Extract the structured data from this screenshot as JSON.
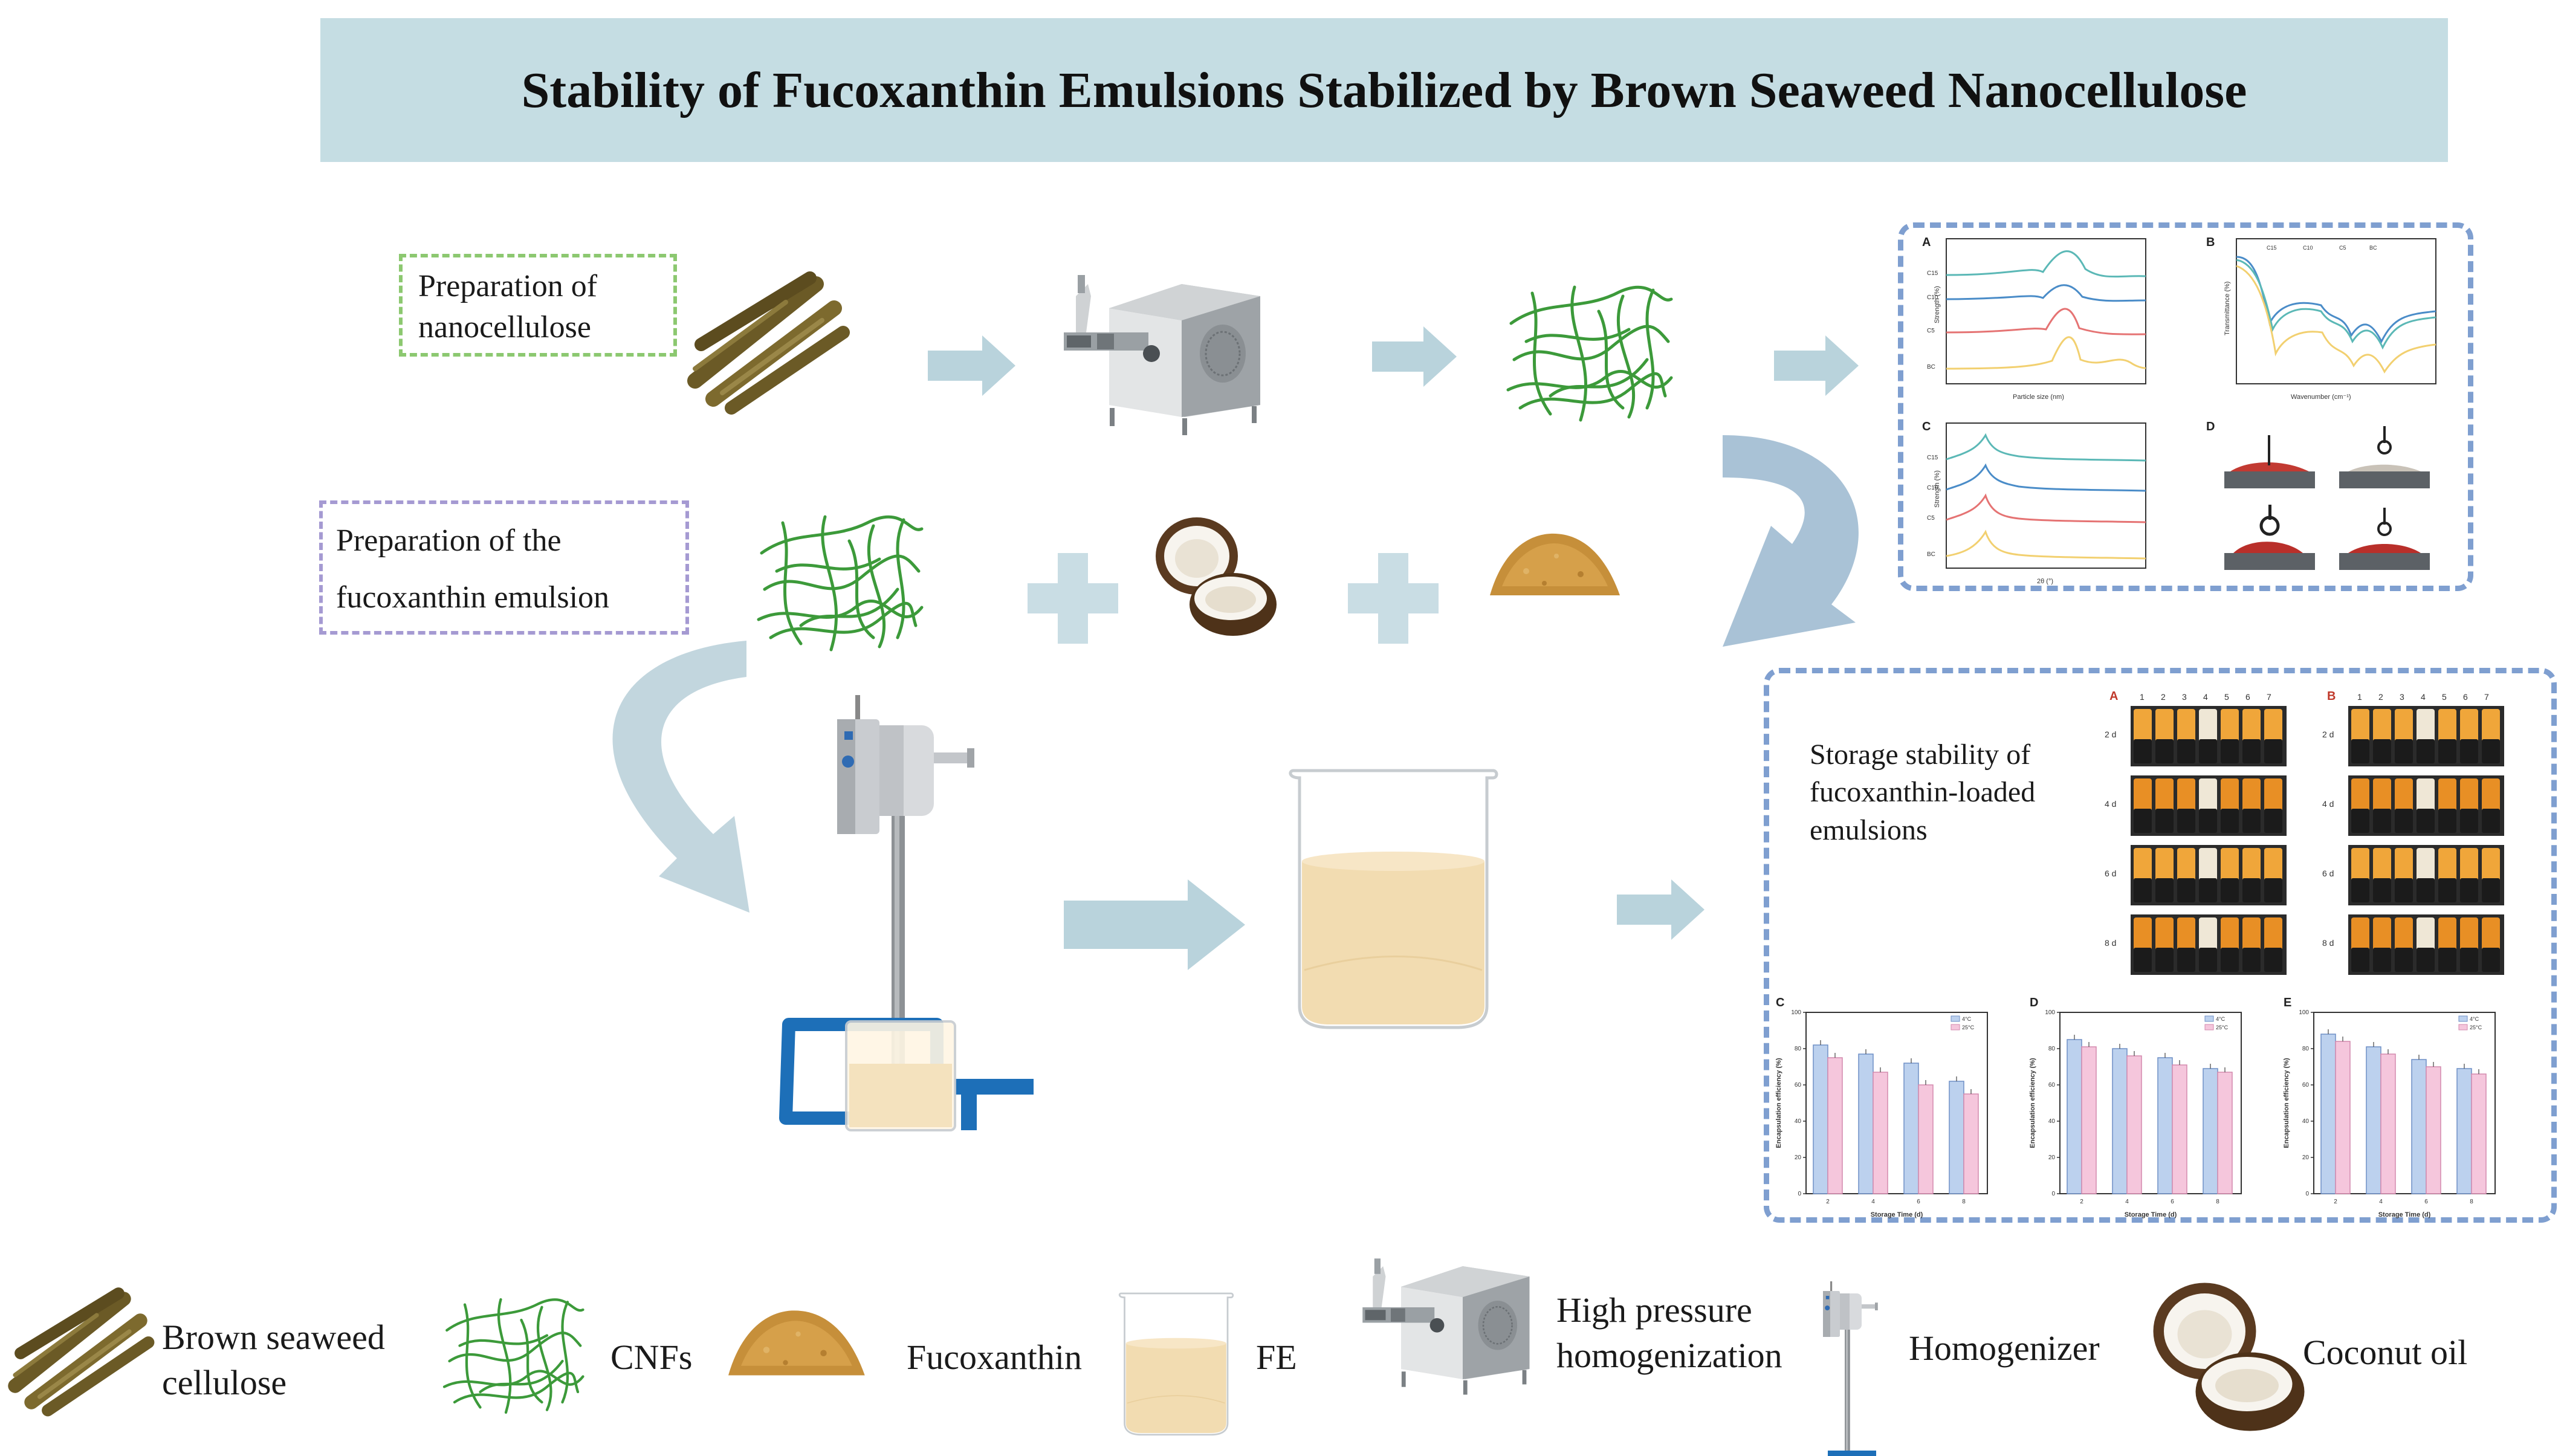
{
  "title": "Stability of Fucoxanthin Emulsions Stabilized by Brown Seaweed Nanocellulose",
  "steps": {
    "nanocellulose_line1": "Preparation  of",
    "nanocellulose_line2": "nanocellulose",
    "emulsion_line1": "Preparation  of the",
    "emulsion_line2": "fucoxanthin  emulsion"
  },
  "storage": {
    "line1": "Storage stability of",
    "line2": "fucoxanthin-loaded",
    "line3": "emulsions"
  },
  "legend": {
    "cellulose_line1": "Brown seaweed",
    "cellulose_line2": "cellulose",
    "cnfs": "CNFs",
    "fucoxanthin": "Fucoxanthin",
    "fe": "FE",
    "hph_line1": "High  pressure",
    "hph_line2": "homogenization",
    "homogenizer": "Homogenizer",
    "coconut": "Coconut oil"
  },
  "panels": {
    "A": "A",
    "B": "B",
    "C": "C",
    "D": "D",
    "E": "E",
    "samples": [
      "C15",
      "C10",
      "C5",
      "BC"
    ],
    "particle_xlabel": "Particle size (nm)",
    "particle_ylabel": "Strength (%)",
    "ftir_xlabel": "Wavenumber  (cm⁻¹)",
    "ftir_ylabel": "Transmittance (%)",
    "xrd_xlabel": "2θ (°)",
    "xrd_ylabel": "Strength (%)",
    "ee_xlabel": "Storage Time (d)",
    "ee_ylabel": "Encapsulation efficiency (%)",
    "ee_legend": [
      "4°C",
      "25°C"
    ]
  },
  "photos": {
    "A": "A",
    "B": "B",
    "columns": [
      "1",
      "2",
      "3",
      "4",
      "5",
      "6",
      "7"
    ],
    "rows": [
      "2 d",
      "4 d",
      "6 d",
      "8 d"
    ]
  },
  "chart_data": [
    {
      "type": "bar",
      "panel": "C",
      "categories": [
        "2",
        "4",
        "6",
        "8"
      ],
      "series": [
        {
          "name": "4°C",
          "values": [
            82,
            77,
            72,
            62
          ]
        },
        {
          "name": "25°C",
          "values": [
            75,
            67,
            60,
            55
          ]
        }
      ],
      "xlabel": "Storage Time (d)",
      "ylabel": "Encapsulation efficiency (%)",
      "ylim": [
        0,
        100
      ]
    },
    {
      "type": "bar",
      "panel": "D",
      "categories": [
        "2",
        "4",
        "6",
        "8"
      ],
      "series": [
        {
          "name": "4°C",
          "values": [
            85,
            80,
            75,
            69
          ]
        },
        {
          "name": "25°C",
          "values": [
            81,
            76,
            71,
            67
          ]
        }
      ],
      "xlabel": "Storage Time (d)",
      "ylabel": "Encapsulation efficiency (%)",
      "ylim": [
        0,
        100
      ]
    },
    {
      "type": "bar",
      "panel": "E",
      "categories": [
        "2",
        "4",
        "6",
        "8"
      ],
      "series": [
        {
          "name": "4°C",
          "values": [
            88,
            81,
            74,
            69
          ]
        },
        {
          "name": "25°C",
          "values": [
            84,
            77,
            70,
            66
          ]
        }
      ],
      "xlabel": "Storage Time (d)",
      "ylabel": "Encapsulation efficiency (%)",
      "ylim": [
        0,
        100
      ]
    }
  ],
  "colors": {
    "banner": "#c5dde3",
    "arrow": "#b9d3dc",
    "box_blue": "#7f9fd0",
    "box_green": "#8cc870",
    "box_purple": "#a59ad2",
    "bar_4c": "#bcd1ee",
    "bar_25c": "#f5c6dc",
    "fiber": "#3c9a3a",
    "stick": "#6b5a26",
    "powder": "#c68f3a",
    "liquid": "#f0d9ad"
  }
}
